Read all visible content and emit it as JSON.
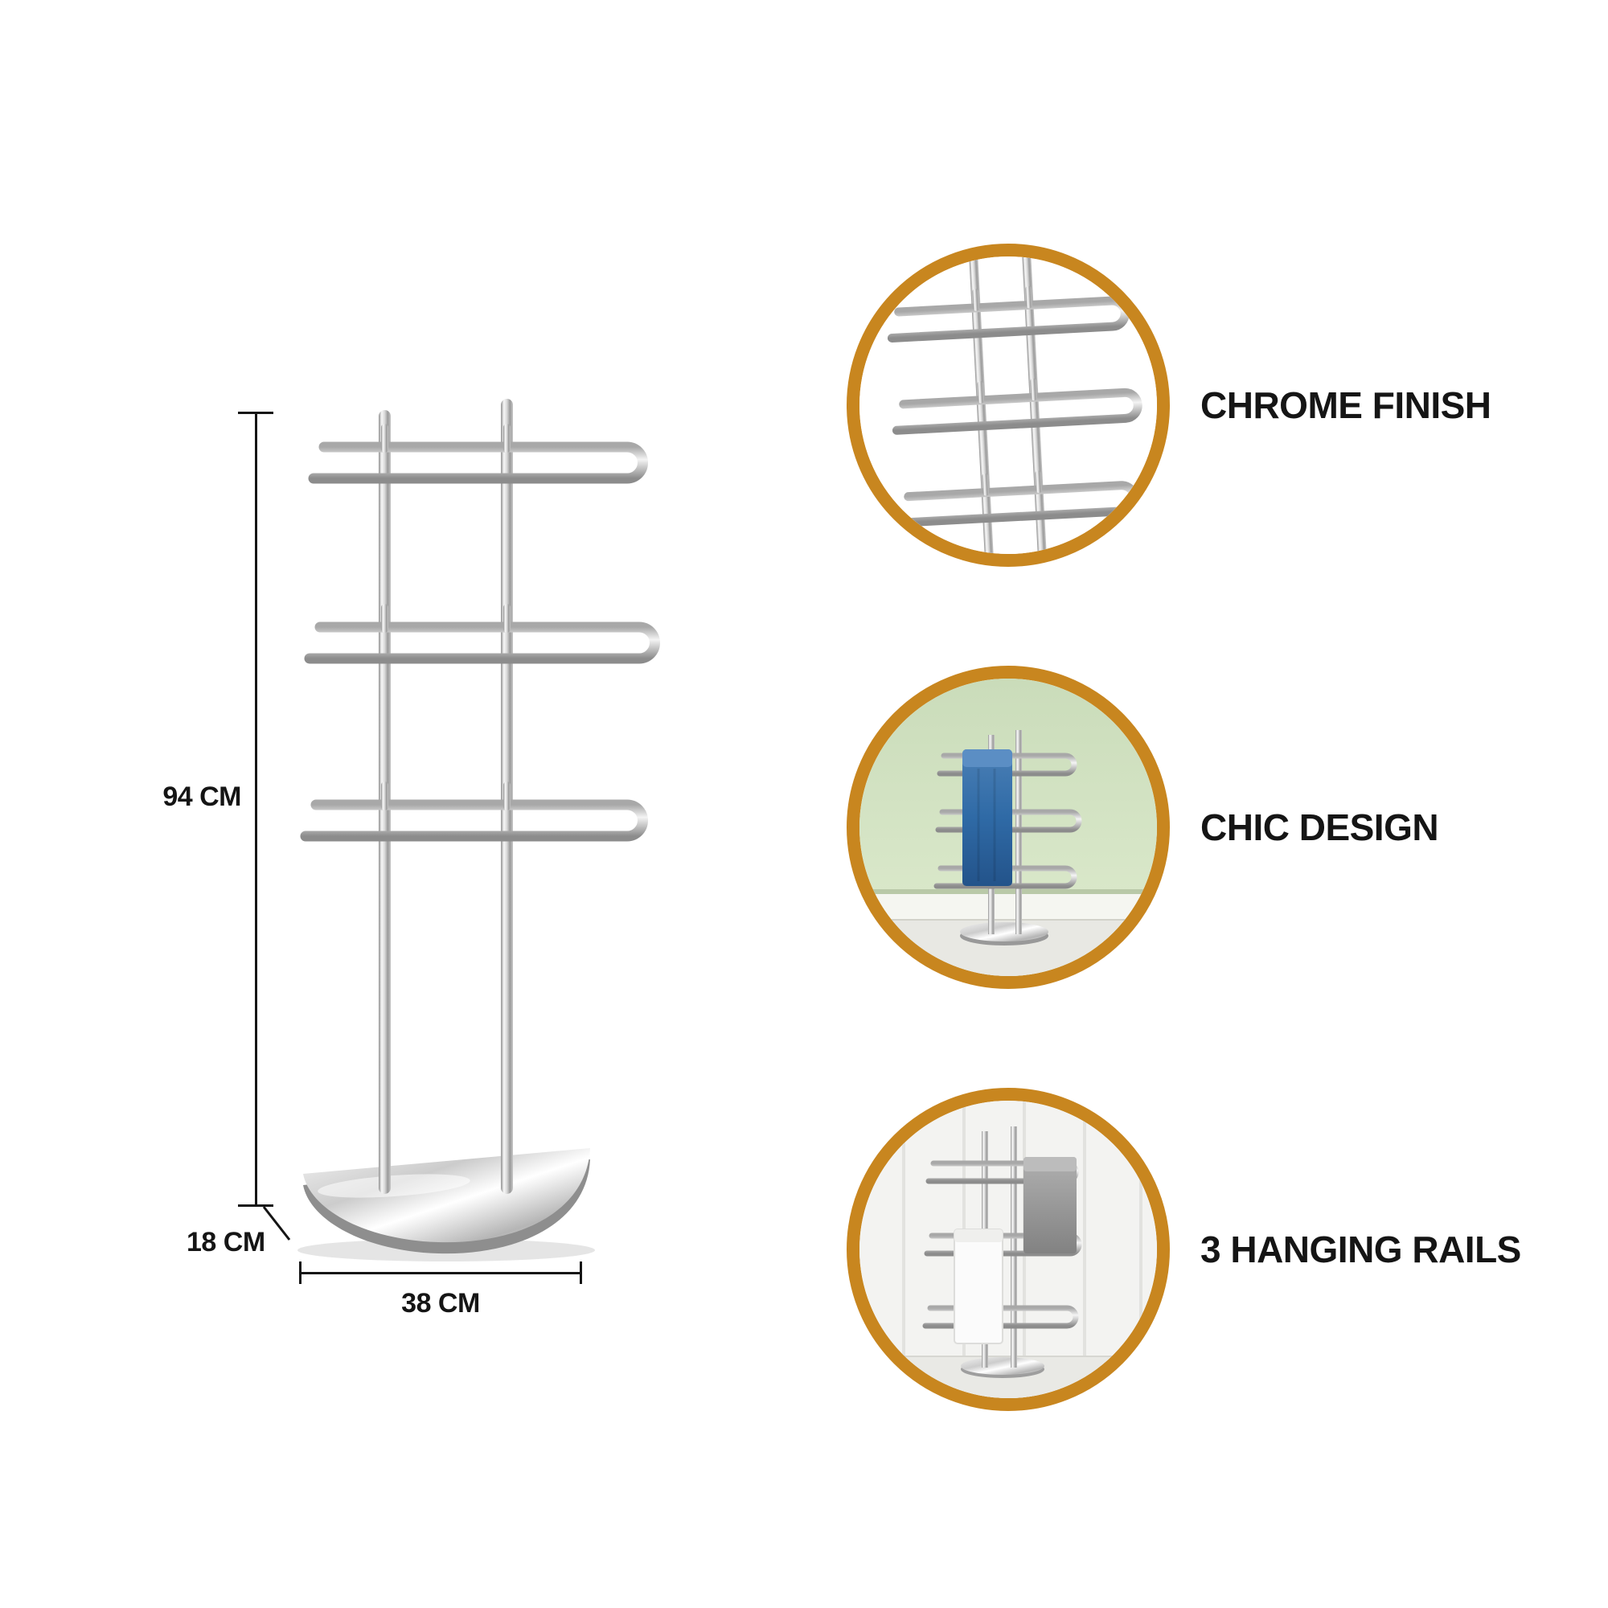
{
  "page": {
    "type": "product-infographic",
    "background": "#ffffff"
  },
  "colors": {
    "accent": "#C8861F",
    "text": "#151515",
    "towel_blue": "#2F6AA6",
    "towel_gray": "#969696",
    "towel_white": "#FBFBFB",
    "wall_green": "#D4E3C4",
    "chrome": "#D7D7D7"
  },
  "product": {
    "name": "free-standing chrome towel stand",
    "rails_count": 3
  },
  "dimensions": {
    "height": "94 CM",
    "depth": "18 CM",
    "width": "38 CM"
  },
  "features": [
    {
      "label": "CHROME FINISH",
      "photo": "chrome-rails-closeup"
    },
    {
      "label": "CHIC DESIGN",
      "photo": "stand-with-blue-towel-in-green-room"
    },
    {
      "label": "3 HANGING RAILS",
      "photo": "stand-with-gray-and-white-towels"
    }
  ]
}
